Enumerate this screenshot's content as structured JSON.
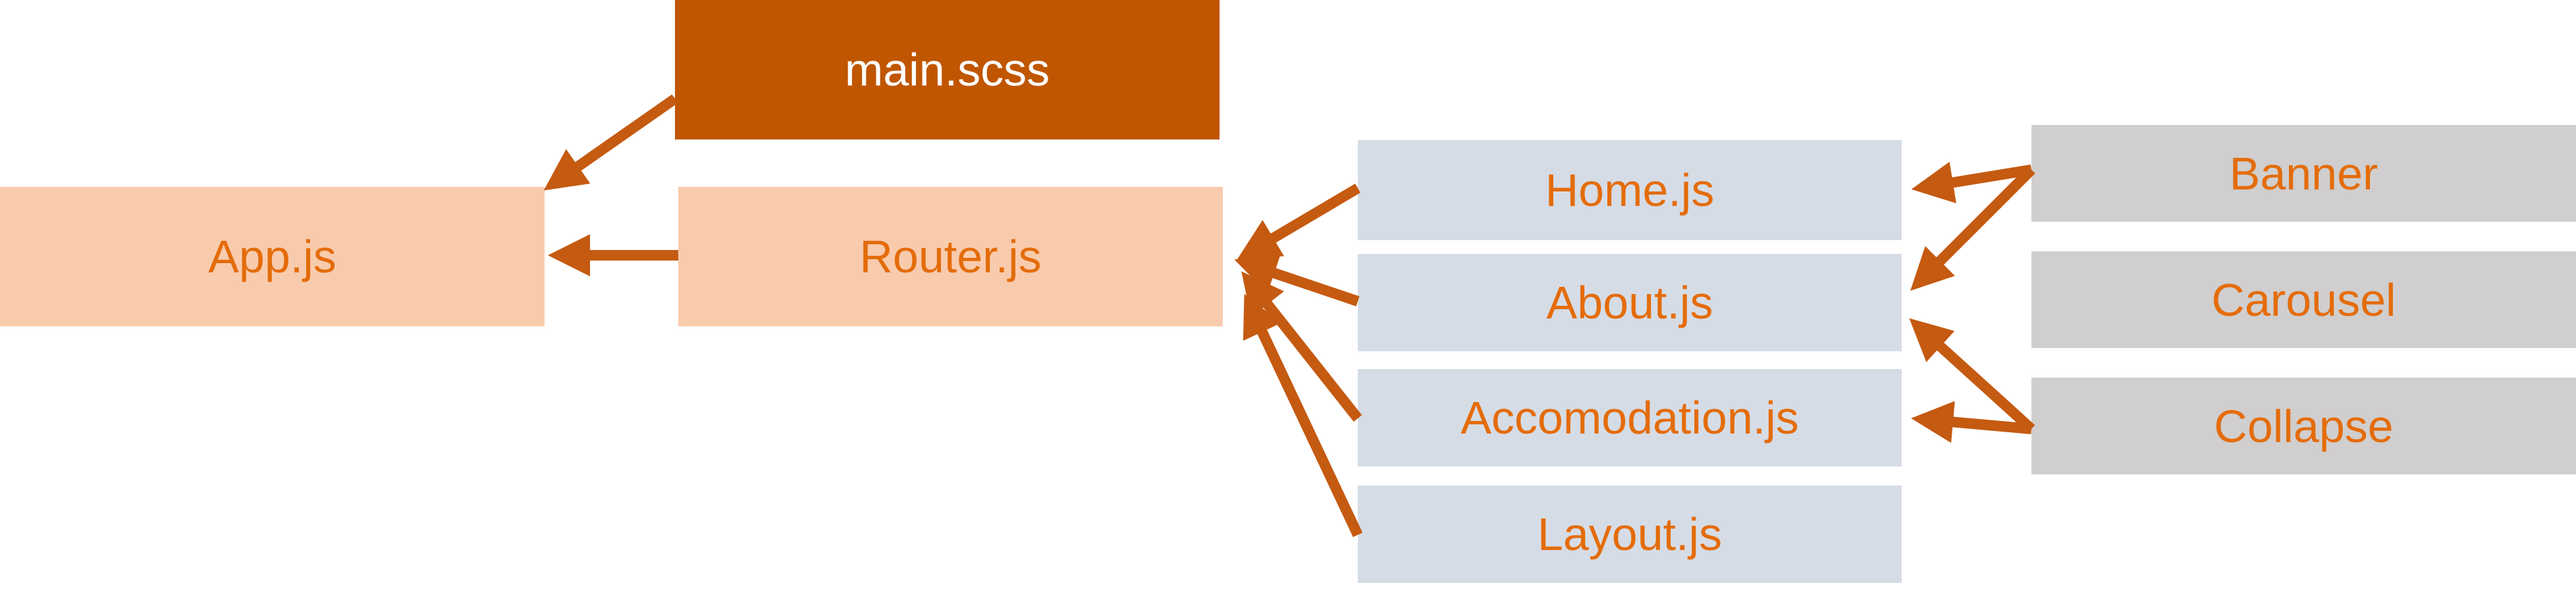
{
  "colors": {
    "main_fill": "#c05600",
    "main_text": "#ffffff",
    "peach_fill": "#f8cbad",
    "blue_fill": "#d6dce5",
    "gray_fill": "#d0cece",
    "label_text": "#e46c0a",
    "arrow": "#c55a11"
  },
  "nodes": {
    "main_scss": "main.scss",
    "app_js": "App.js",
    "router_js": "Router.js",
    "home_js": "Home.js",
    "about_js": "About.js",
    "accomodation_js": "Accomodation.js",
    "layout_js": "Layout.js",
    "banner": "Banner",
    "carousel": "Carousel",
    "collapse": "Collapse"
  },
  "edges": [
    {
      "from": "main.scss",
      "to": "App.js"
    },
    {
      "from": "Router.js",
      "to": "App.js"
    },
    {
      "from": "Home.js",
      "to": "Router.js"
    },
    {
      "from": "About.js",
      "to": "Router.js"
    },
    {
      "from": "Accomodation.js",
      "to": "Router.js"
    },
    {
      "from": "Layout.js",
      "to": "Router.js"
    },
    {
      "from": "Banner",
      "to": "Home.js"
    },
    {
      "from": "Banner",
      "to": "About.js"
    },
    {
      "from": "Collapse",
      "to": "About.js"
    },
    {
      "from": "Collapse",
      "to": "Accomodation.js"
    }
  ]
}
